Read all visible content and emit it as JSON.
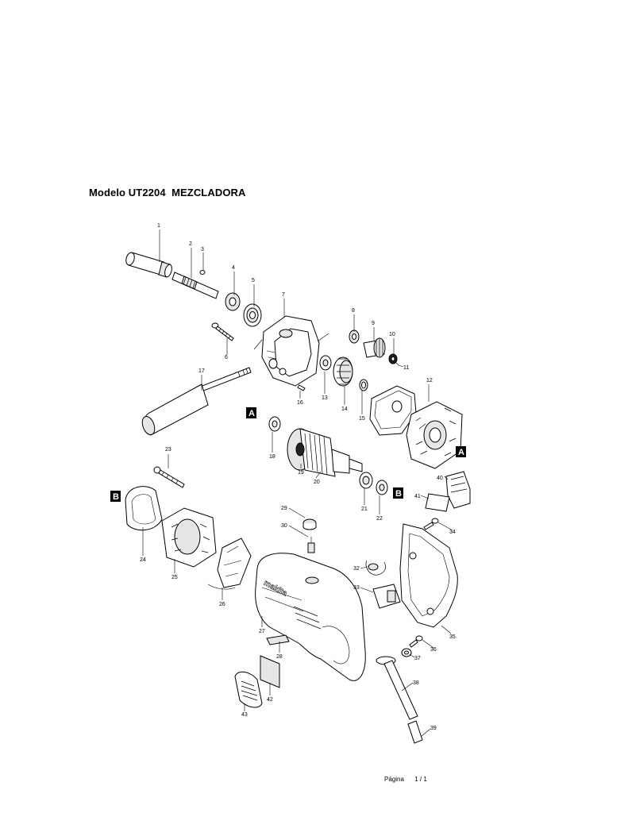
{
  "document": {
    "title": "Modelo UT2204  MEZCLADORA",
    "footer": "Página      1 / 1"
  },
  "part_numbers": [
    "1",
    "2",
    "3",
    "4",
    "5",
    "6",
    "7",
    "8",
    "9",
    "10",
    "11",
    "12",
    "13",
    "14",
    "15",
    "16",
    "17",
    "18",
    "19",
    "20",
    "21",
    "22",
    "23",
    "24",
    "25",
    "26",
    "27",
    "28",
    "29",
    "30",
    "32",
    "33",
    "34",
    "35",
    "36",
    "37",
    "38",
    "39",
    "40",
    "41",
    "42",
    "43"
  ],
  "section_markers": {
    "a_left": "A",
    "a_right": "A",
    "b_left": "B",
    "b_right": "B"
  },
  "logo_text": "makita"
}
